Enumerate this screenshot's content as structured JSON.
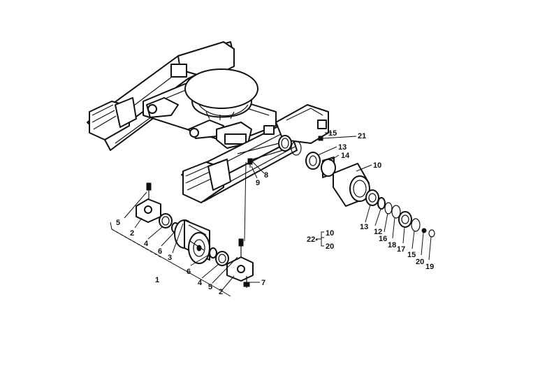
{
  "labels": {
    "l1": "1",
    "l2a": "2",
    "l2b": "2",
    "l3": "3",
    "l4a": "4",
    "l4b": "4",
    "l5a": "5",
    "l5b": "5",
    "l6a": "6",
    "l6b": "6",
    "l7": "7",
    "l8": "8",
    "l9": "9",
    "l10": "10",
    "l10b": "10",
    "l12": "12",
    "l13a": "13",
    "l13b": "13",
    "l14": "14",
    "l15a": "15",
    "l15b": "15",
    "l16": "16",
    "l17": "17",
    "l18": "18",
    "l19": "19",
    "l20a": "20",
    "l20b": "20",
    "l21": "21",
    "l22": "22-"
  }
}
